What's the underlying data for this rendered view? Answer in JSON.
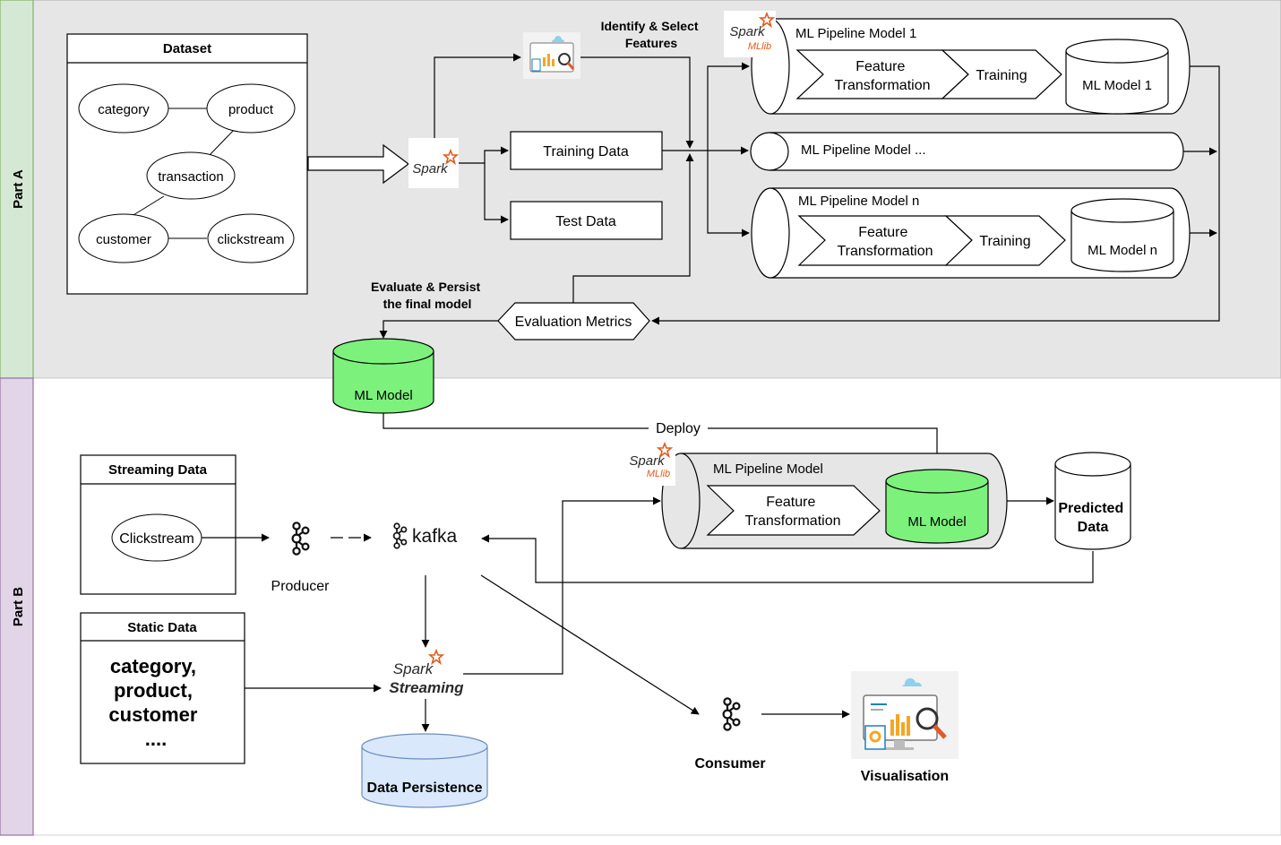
{
  "partA": {
    "label": "Part A",
    "dataset": {
      "title": "Dataset",
      "nodes": {
        "category": "category",
        "product": "product",
        "transaction": "transaction",
        "customer": "customer",
        "clickstream": "clickstream"
      }
    },
    "identify_select": [
      "Identify & Select",
      "Features"
    ],
    "training_data": "Training Data",
    "test_data": "Test Data",
    "pipeline1": {
      "title": "ML Pipeline Model 1",
      "feature": [
        "Feature",
        "Transformation"
      ],
      "training": "Training",
      "model": "ML Model 1"
    },
    "pipeline_mid": {
      "title": "ML Pipeline Model ..."
    },
    "pipelinen": {
      "title": "ML Pipeline Model n",
      "feature": [
        "Feature",
        "Transformation"
      ],
      "training": "Training",
      "model": "ML Model n"
    },
    "evaluate_persist": [
      "Evaluate & Persist",
      "the final model"
    ],
    "evaluation_metrics": "Evaluation Metrics",
    "ml_model": "ML Model"
  },
  "partB": {
    "label": "Part B",
    "deploy": "Deploy",
    "streaming_title": "Streaming Data",
    "clickstream": "Clickstream",
    "producer": "Producer",
    "kafka": "kafka",
    "static_title": "Static Data",
    "static_lines": [
      "category,",
      "product,",
      "customer",
      "...."
    ],
    "spark_streaming": [
      "Spark",
      "Streaming"
    ],
    "data_persistence": "Data Persistence",
    "pipeline": {
      "title": "ML Pipeline Model",
      "feature": [
        "Feature",
        "Transformation"
      ],
      "model": "ML Model"
    },
    "predicted": [
      "Predicted",
      "Data"
    ],
    "consumer": "Consumer",
    "visualisation": "Visualisation"
  },
  "logos": {
    "spark": "Spark",
    "mllib": "MLlib"
  },
  "colors": {
    "partA_bg": "#e6e6e6",
    "partA_label_bg": "#d5e8d4",
    "partA_label_border": "#82b366",
    "partB_label_bg": "#e1d5e7",
    "partB_label_border": "#9673a6",
    "spark_orange": "#e25a1c",
    "ml_model_green": "#7cf17c",
    "persistence_blue": "#dae8fc",
    "persistence_border": "#6c8ebf"
  },
  "icons": [
    "spark-logo-icon",
    "mllib-logo-icon",
    "kafka-logo-icon",
    "dashboard-icon"
  ]
}
